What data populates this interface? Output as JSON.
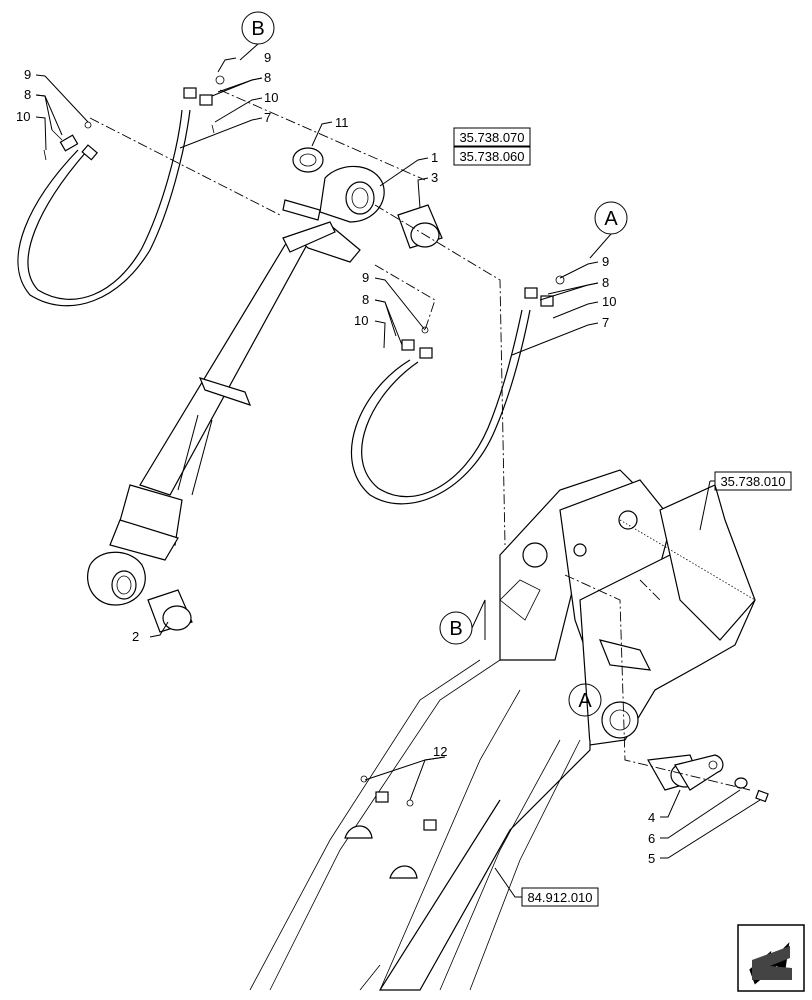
{
  "callouts": {
    "b_top": "B",
    "a_right": "A",
    "b_boom": "B",
    "a_boom": "A"
  },
  "part_numbers": {
    "n1": "1",
    "n2": "2",
    "n3": "3",
    "n4": "4",
    "n5": "5",
    "n6": "6",
    "n7a": "7",
    "n7b": "7",
    "n8a": "8",
    "n8b": "8",
    "n8c": "8",
    "n8d": "8",
    "n9a": "9",
    "n9b": "9",
    "n9c": "9",
    "n9d": "9",
    "n10a": "10",
    "n10b": "10",
    "n10c": "10",
    "n10d": "10",
    "n11": "11",
    "n12": "12"
  },
  "references": {
    "ref_070": "35.738.070",
    "ref_060": "35.738.060",
    "ref_010": "35.738.010",
    "ref_912": "84.912.010"
  },
  "nav_icon": "back-arrow-icon"
}
